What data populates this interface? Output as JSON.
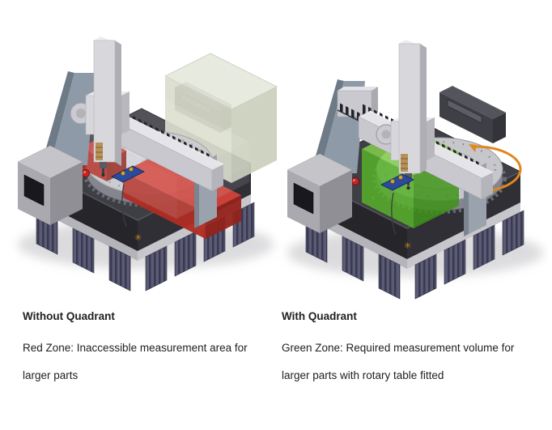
{
  "page": {
    "background_color": "#ffffff"
  },
  "figures": [
    {
      "id": "without-quadrant",
      "caption": {
        "title": "Without Quadrant",
        "body": "Red Zone: Inaccessible measurement area for larger parts"
      },
      "zone": {
        "label": "red-zone",
        "top_color": "#d2423a",
        "left_color": "#b02d24",
        "right_color": "#93231c"
      }
    },
    {
      "id": "with-quadrant",
      "caption": {
        "title": "With Quadrant",
        "body": "Green Zone: Required measurement volume for larger parts with rotary table fitted"
      },
      "zone": {
        "label": "green-zone",
        "top_color": "#85d24c",
        "left_color": "#57b22a",
        "right_color": "#3f9318"
      }
    }
  ],
  "machine_palette": {
    "base_top": "#3e3e45",
    "base_side_dark": "#25252a",
    "base_side": "#2f2f35",
    "bellows_blue_gray": "#5b5b76",
    "gantry_light_gray": "#d8d8dc",
    "support_blue_gray": "#8e9aa7",
    "rotary_table_gray": "#c6c6cb",
    "accent_orange": "#e0871e",
    "estop_red": "#cc2222",
    "control_panel_blue": "#2b4a9b",
    "cover_box_pale": "#e6e9dc"
  }
}
